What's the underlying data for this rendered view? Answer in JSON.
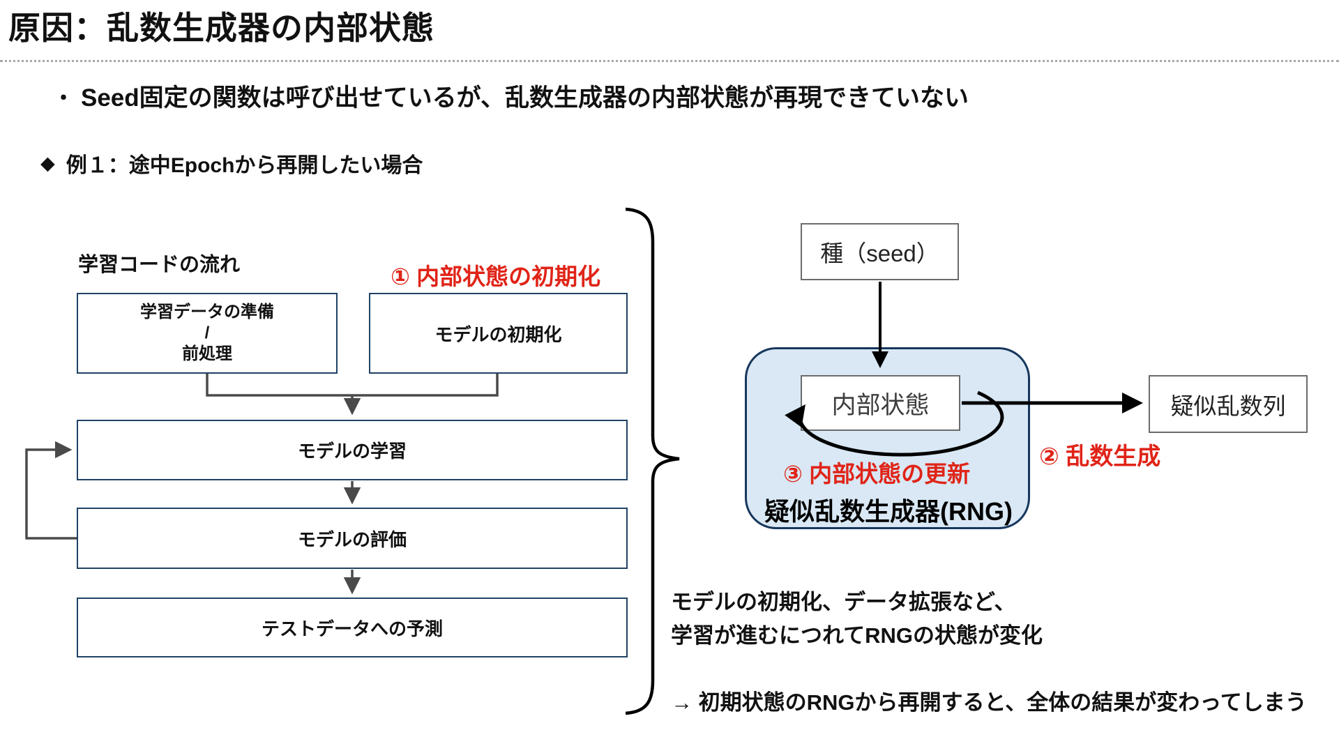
{
  "slide": {
    "title": "原因：乱数生成器の内部状態",
    "bullet_marker": "・",
    "bullet": "Seed固定の関数は呼び出せているが、乱数生成器の内部状態が再現できていない",
    "example_marker": "◆",
    "example_heading": "例１：途中Epochから再開したい場合"
  },
  "flowchart": {
    "label": "学習コードの流れ",
    "boxes": {
      "prepare_lines": [
        "学習データの準備",
        "/",
        "前処理"
      ],
      "init_model": "モデルの初期化",
      "train": "モデルの学習",
      "evaluate": "モデルの評価",
      "predict": "テストデータへの予測"
    }
  },
  "annotations": {
    "step1": "① 内部状態の初期化",
    "step2": "② 乱数生成",
    "step3": "③ 内部状態の更新"
  },
  "rng_diagram": {
    "seed_box": "種（seed）",
    "state_box": "内部状態",
    "rng_label": "疑似乱数生成器(RNG)",
    "output_box": "疑似乱数列"
  },
  "notes": {
    "line1": "モデルの初期化、データ拡張など、",
    "line2": "学習が進むにつれてRNGの状態が変化",
    "line3": "→ 初期状態のRNGから再開すると、全体の結果が変わってしまう"
  },
  "colors": {
    "red": "#e02418",
    "flow_box_border": "#1f4264",
    "rng_fill": "#d9e8f4",
    "rng_border": "#17375d",
    "gray_box_border": "#6b6b6b",
    "connector_gray": "#4a4a4a",
    "text": "#111111"
  }
}
